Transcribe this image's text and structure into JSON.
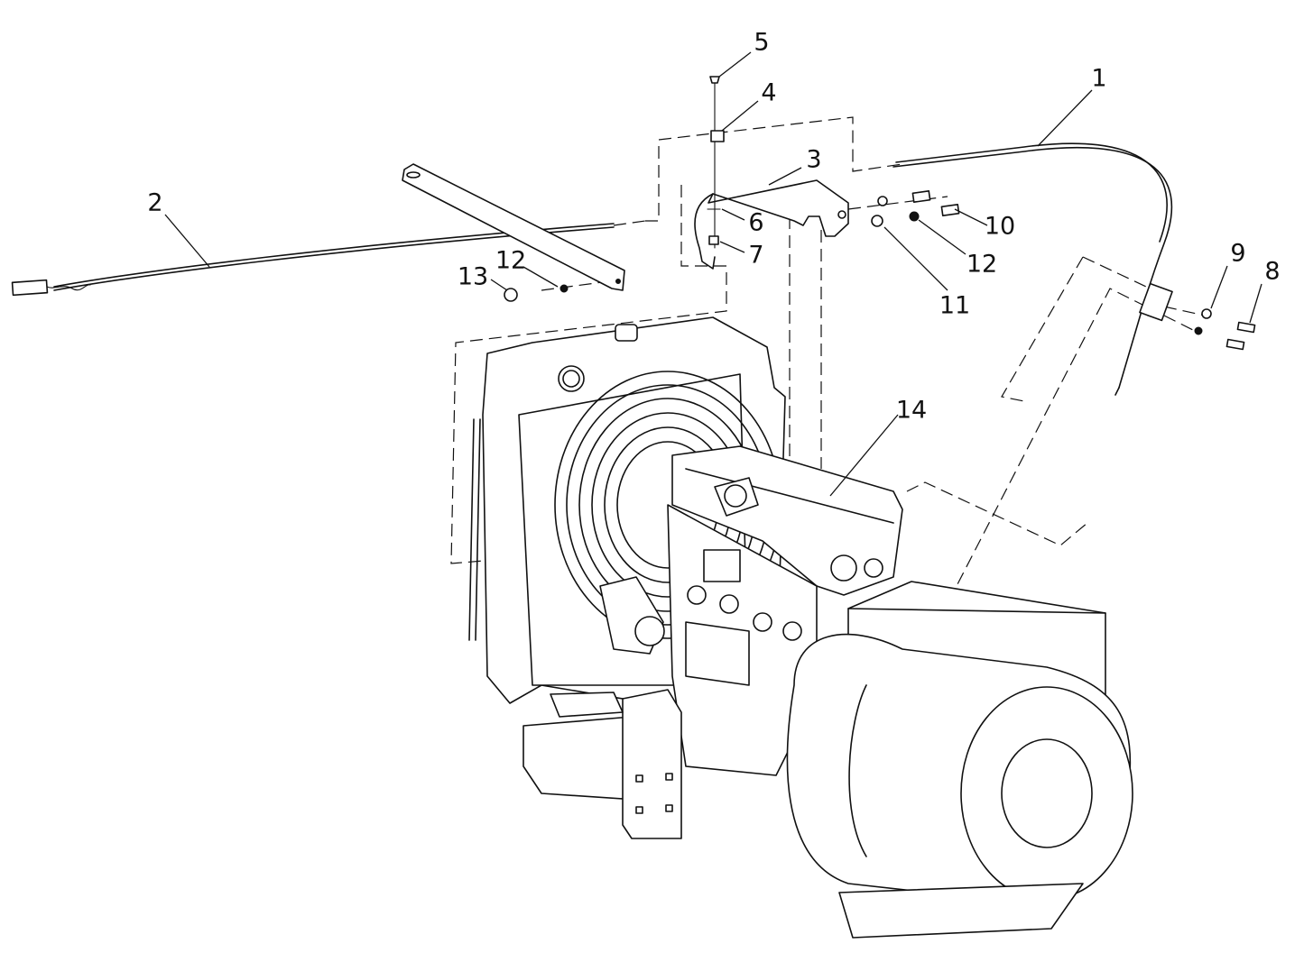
{
  "callouts": [
    {
      "id": "1",
      "label": "1"
    },
    {
      "id": "2",
      "label": "2"
    },
    {
      "id": "3",
      "label": "3"
    },
    {
      "id": "4",
      "label": "4"
    },
    {
      "id": "5",
      "label": "5"
    },
    {
      "id": "6",
      "label": "6"
    },
    {
      "id": "7",
      "label": "7"
    },
    {
      "id": "8",
      "label": "8"
    },
    {
      "id": "9",
      "label": "9"
    },
    {
      "id": "10",
      "label": "10"
    },
    {
      "id": "11",
      "label": "11"
    },
    {
      "id": "12a",
      "label": "12"
    },
    {
      "id": "12b",
      "label": "12"
    },
    {
      "id": "13",
      "label": "13"
    },
    {
      "id": "14",
      "label": "14"
    }
  ]
}
